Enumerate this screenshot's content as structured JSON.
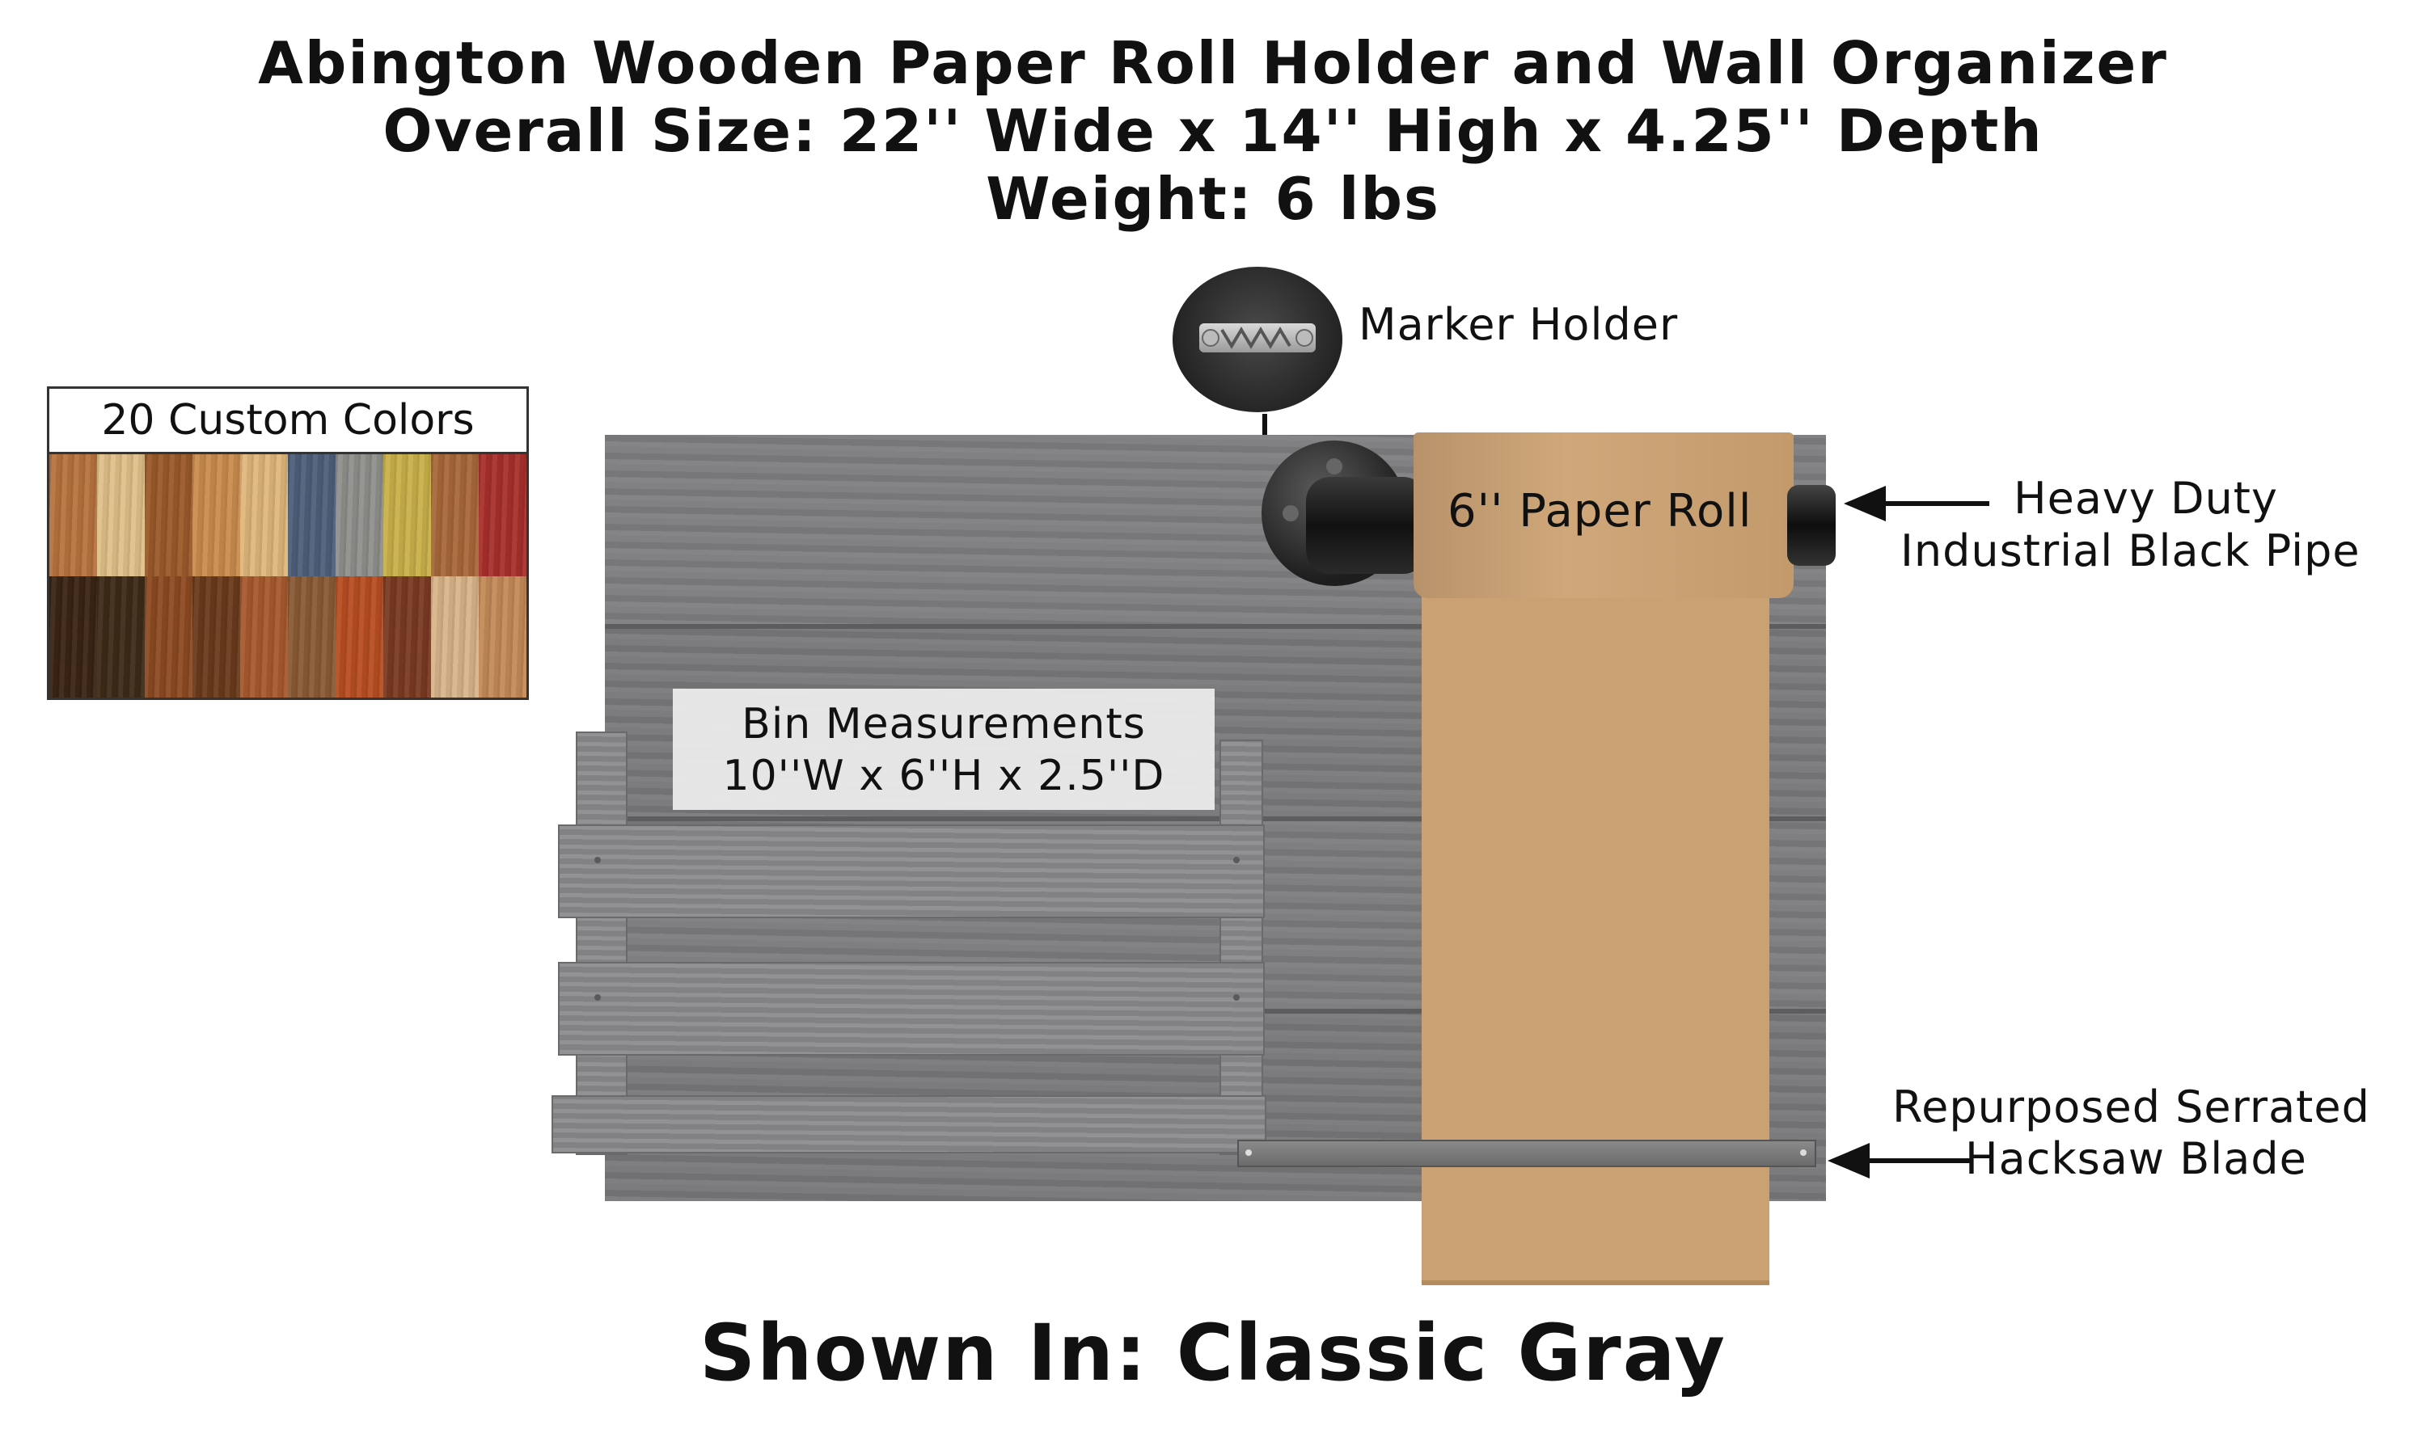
{
  "header": {
    "title_line1": "Abington Wooden Paper Roll Holder and Wall Organizer",
    "title_line2": "Overall Size: 22'' Wide x 14'' High x 4.25'' Depth",
    "title_line3": "Weight: 6 lbs"
  },
  "swatches": {
    "title": "20 Custom Colors",
    "colors": [
      "#b7743e",
      "#e0c08a",
      "#9a5a2a",
      "#c98c4e",
      "#deb77b",
      "#4f5f7a",
      "#8f8f8c",
      "#c9b04a",
      "#a8683a",
      "#a8302c",
      "#3a2414",
      "#3e2a18",
      "#8c4a22",
      "#6b3a1c",
      "#a85a2e",
      "#8a5a36",
      "#b84e22",
      "#7a3a22",
      "#d8b48a",
      "#c48a58"
    ]
  },
  "callouts": {
    "marker_holder": "Marker Holder",
    "paper_roll": "6'' Paper Roll",
    "pipe_line1": "Heavy Duty",
    "pipe_line2": "Industrial Black Pipe",
    "bin_line1": "Bin Measurements",
    "bin_line2": "10''W x 6''H x 2.5''D",
    "blade_line1": "Repurposed Serrated",
    "blade_line2": "Hacksaw Blade"
  },
  "footer": {
    "shown_in": "Shown In: Classic Gray"
  },
  "colors": {
    "board": "#7a7a7d",
    "paper": "#c9a173",
    "pipe": "#1d1d1d"
  }
}
